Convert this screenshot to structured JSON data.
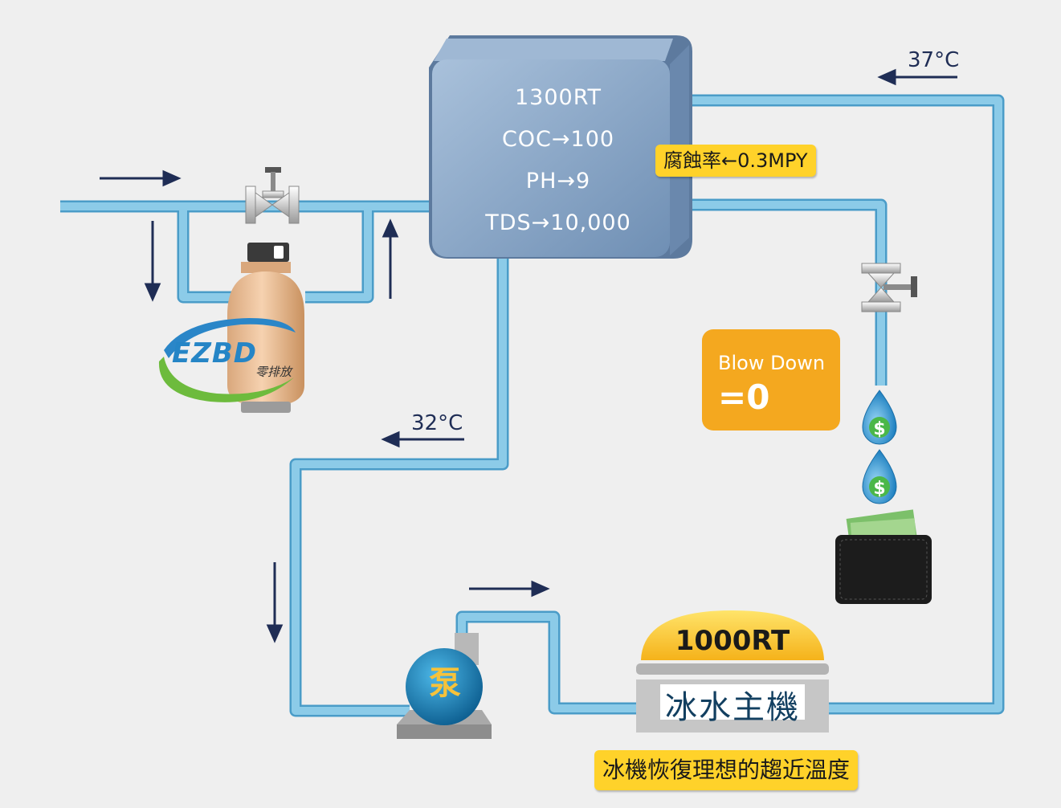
{
  "cooling_tower": {
    "capacity": "1300RT",
    "coc": "COC→100",
    "ph": "PH→9",
    "tds": "TDS→10,000"
  },
  "corrosion_label": "腐蝕率←0.3MPY",
  "temperatures": {
    "return_temp": "37°C",
    "supply_temp": "32°C"
  },
  "blow_down": {
    "title": "Blow Down",
    "value": "=0"
  },
  "filter": {
    "logo": "EZBD",
    "subtitle": "零排放"
  },
  "pump_label": "泵",
  "chiller": {
    "capacity": "1000RT",
    "name": "冰水主機",
    "note": "冰機恢復理想的趨近溫度"
  },
  "icons": [
    "flow-arrow-icon",
    "valve-icon",
    "dollar-drop-icon",
    "wallet-icon"
  ],
  "colors": {
    "pipe": "#8ccbe8",
    "pipe_edge": "#4a9cc8",
    "tower": "#7f9ec0",
    "note_yellow": "#ffd22a",
    "blowdown_orange": "#f4a81f",
    "arrow": "#1f2d55"
  }
}
